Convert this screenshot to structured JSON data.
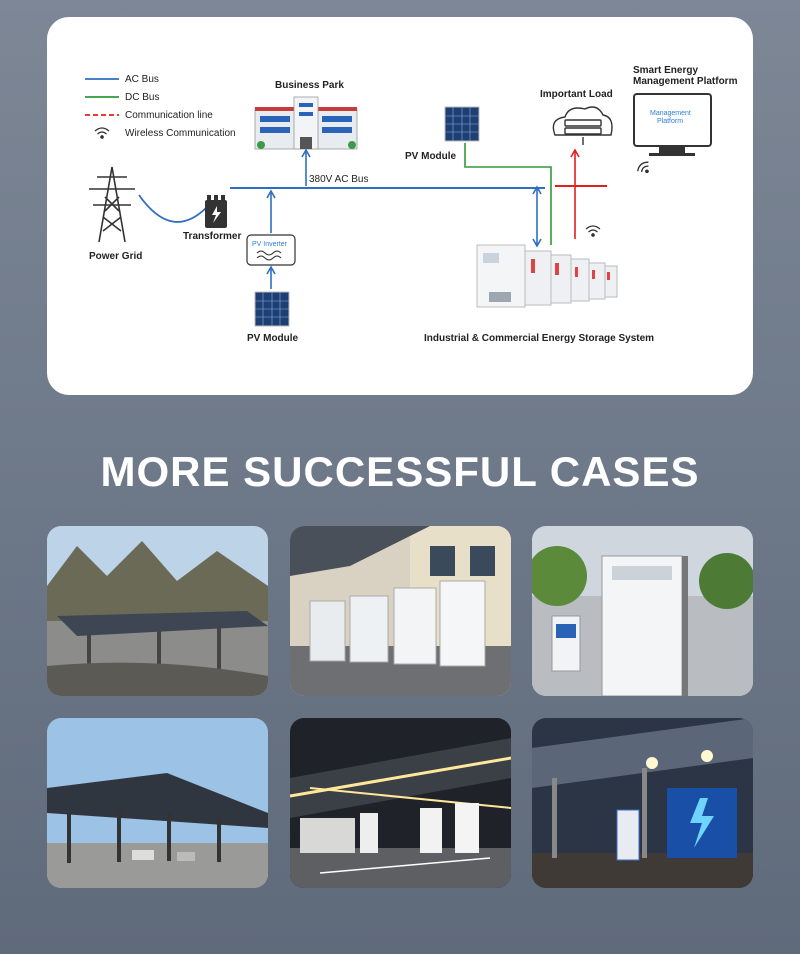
{
  "diagram": {
    "legend": [
      {
        "label": "AC Bus",
        "color": "#2f6fc0",
        "style": "solid"
      },
      {
        "label": "DC Bus",
        "color": "#2e9a3a",
        "style": "solid"
      },
      {
        "label": "Communication line",
        "color": "#e02020",
        "style": "dashed"
      },
      {
        "label": "Wireless Communication",
        "color": "#333333",
        "style": "wifi"
      }
    ],
    "nodes": {
      "business_park": "Business Park",
      "power_grid": "Power Grid",
      "transformer": "Transformer",
      "pv_inverter": "PV Inverter",
      "pv_module_bottom": "PV Module",
      "pv_module_top": "PV Module",
      "important_load": "Important Load",
      "platform_title_1": "Smart Energy",
      "platform_title_2": "Management Platform",
      "platform_screen_1": "Management",
      "platform_screen_2": "Platform",
      "storage": "Industrial & Commercial Energy Storage System",
      "ac_bus": "380V AC Bus"
    }
  },
  "heading": "MORE SUCCESSFUL CASES",
  "cases": [
    {
      "icon": "solar-carport-mountains-photo"
    },
    {
      "icon": "outdoor-storage-cabinets-photo"
    },
    {
      "icon": "storage-cabinet-with-charger-photo"
    },
    {
      "icon": "solar-carport-parking-photo"
    },
    {
      "icon": "lit-charging-station-photo"
    },
    {
      "icon": "night-charging-station-photo"
    }
  ]
}
